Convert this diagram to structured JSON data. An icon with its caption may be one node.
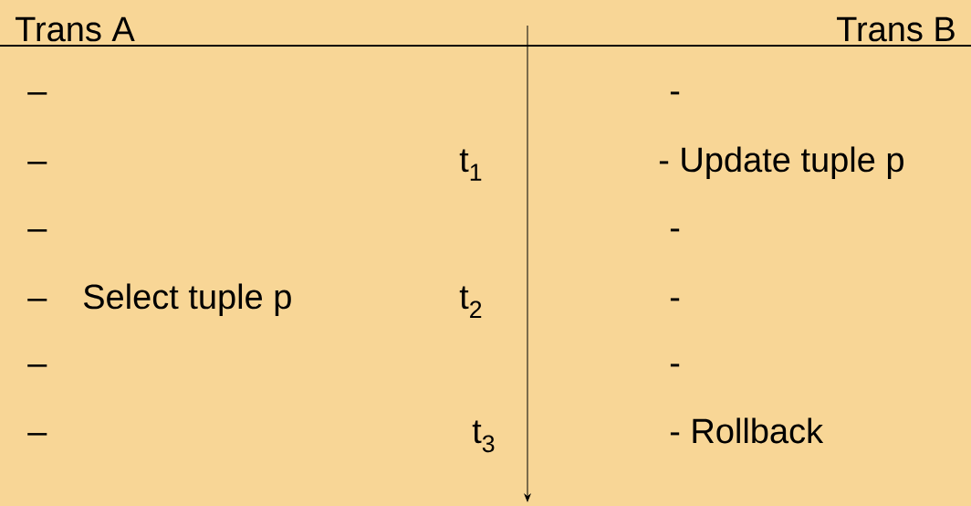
{
  "diagram": {
    "labels": [
      "Trans A",
      "Trans B",
      "–",
      "-",
      "–",
      "t$_{1}$",
      "- Update tuple p",
      "–",
      "-",
      "–",
      "Select tuple p",
      "t$_{2}$",
      "-",
      "–",
      "-",
      "–",
      "t$_{3}$",
      "- Rollback"
    ]
  }
}
